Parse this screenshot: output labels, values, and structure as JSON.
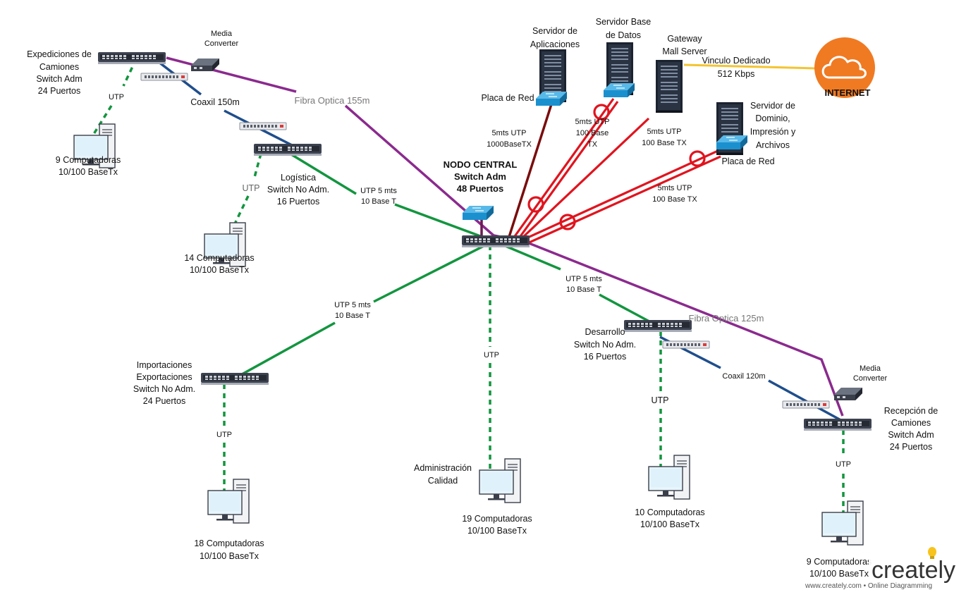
{
  "colors": {
    "fiber": "#8b2a8e",
    "coax": "#1f4e8c",
    "utp_green": "#13953f",
    "red": "#e0141e",
    "dark_red": "#7a0c0c",
    "yellow": "#f4c430",
    "cloud": "#f07a22"
  },
  "central": {
    "l1": "NODO CENTRAL",
    "l2": "Switch  Adm",
    "l3": "48 Puertos"
  },
  "servers": {
    "app": {
      "l1": "Servidor de",
      "l2": "Aplicaciones",
      "nic": "Placa de Red",
      "link1": "5mts UTP",
      "link2": "1000BaseTX"
    },
    "db": {
      "l1": "Servidor Base",
      "l2": "de Datos",
      "link1": "5mts UTP",
      "link2": "100 Base",
      "link3": "TX"
    },
    "gateway": {
      "l1": "Gateway",
      "l2": "Mall Server",
      "link1": "5mts UTP",
      "link2": "100 Base TX"
    },
    "domain": {
      "l1": "Servidor de",
      "l2": "Dominio,",
      "l3": "Impresión y",
      "l4": "Archivos",
      "nic": "Placa de Red",
      "link1": "5mts UTP",
      "link2": "100 Base TX"
    }
  },
  "internet": {
    "label": "INTERNET",
    "link1": "Vinculo Dedicado",
    "link2": "512 Kbps"
  },
  "expediciones": {
    "l1": "Expediciones de",
    "l2": "Camiones",
    "l3": "Switch Adm",
    "l4": "24 Puertos",
    "utp": "UTP",
    "pcs1": "9 Computadoras",
    "pcs2": "10/100 BaseTx",
    "media1": "Media",
    "media2": "Converter",
    "coax": "Coaxil 150m",
    "fiber": "Fibra Optica 155m"
  },
  "logistica": {
    "l1": "Logística",
    "l2": "Switch No Adm.",
    "l3": "16 Puertos",
    "utp": "UTP",
    "pcs1": "14 Computadoras",
    "pcs2": "10/100 BaseTx",
    "link1": "UTP 5 mts",
    "link2": "10 Base T"
  },
  "importaciones": {
    "l1": "Importaciones",
    "l2": "Exportaciones",
    "l3": "Switch No Adm.",
    "l4": "24 Puertos",
    "utp": "UTP",
    "pcs1": "18 Computadoras",
    "pcs2": "10/100 BaseTx",
    "link1": "UTP 5 mts",
    "link2": "10 Base T"
  },
  "administracion": {
    "l1": "Administración",
    "l2": "Calidad",
    "utp": "UTP",
    "pcs1": "19 Computadoras",
    "pcs2": "10/100 BaseTx"
  },
  "desarrollo": {
    "l1": "Desarrollo",
    "l2": "Switch No Adm.",
    "l3": "16 Puertos",
    "utp": "UTP",
    "pcs1": "10 Computadoras",
    "pcs2": "10/100 BaseTx",
    "link1": "UTP 5 mts",
    "link2": "10 Base T",
    "coax": "Coaxil 120m",
    "fiber": "Fibra Optica 125m"
  },
  "recepcion": {
    "l1": "Recepción de",
    "l2": "Camiones",
    "l3": "Switch Adm",
    "l4": "24 Puertos",
    "utp": "UTP",
    "pcs1": "9 Computadoras",
    "pcs2": "10/100 BaseTx",
    "media1": "Media",
    "media2": "Converter"
  },
  "brand": {
    "name": "creately",
    "tagline": "www.creately.com • Online Diagramming"
  }
}
